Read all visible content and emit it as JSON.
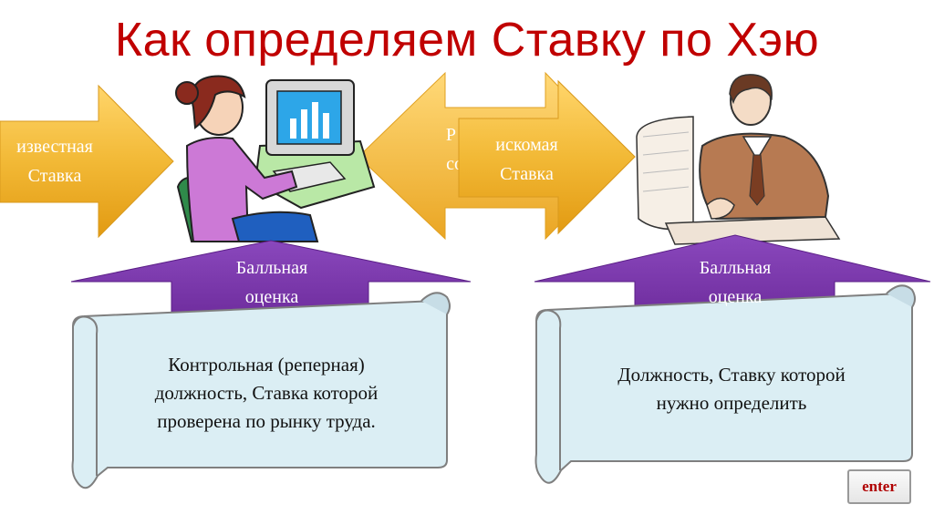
{
  "title": "Как определяем Ставку по Хэю",
  "left_arrow": {
    "line1": "известная",
    "line2": "Ставка"
  },
  "right_arrow": {
    "line1": "искомая",
    "line2": "Ставка"
  },
  "center_arrow": {
    "partial_line1": "Р",
    "partial_line2": "соо"
  },
  "left_badge": {
    "line1": "Балльная",
    "line2": "оценка"
  },
  "right_badge": {
    "line1": "Балльная",
    "line2": "оценка"
  },
  "left_scroll": {
    "line1": "Контрольная (реперная)",
    "line2": "должность, Ставка которой",
    "line3": "проверена по рынку труда."
  },
  "right_scroll": {
    "line1": "Должность, Ставку которой",
    "line2": "нужно определить"
  },
  "enter_button": {
    "label": "enter"
  },
  "icons": [
    "woman-at-computer-icon",
    "businessman-at-desk-icon"
  ],
  "colors": {
    "title": "#c00000",
    "arrow_gold": "#f0b93a",
    "badge_purple": "#7030a0",
    "scroll_fill": "#dbeef4"
  }
}
